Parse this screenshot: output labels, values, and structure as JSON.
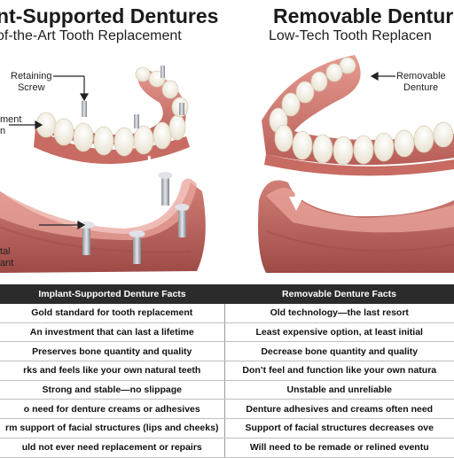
{
  "left": {
    "title": "nt-Supported Dentures",
    "subtitle": "of-the-Art Tooth Replacement",
    "callouts": {
      "retaining_screw": [
        "Retaining",
        "Screw"
      ],
      "implant_top": [
        "ment",
        "n"
      ],
      "implant_bottom": [
        "tal",
        "ant"
      ]
    }
  },
  "right": {
    "title": "Removable Dentur",
    "subtitle": "Low-Tech Tooth Replacen",
    "callouts": {
      "removable_denture": [
        "Removable",
        "Denture"
      ]
    }
  },
  "colors": {
    "gum": "#d9847c",
    "gum_dark": "#b35a55",
    "tooth": "#f5f1e6",
    "arrow": "#ffffff",
    "header_bg": "#2b2b2b"
  },
  "table": {
    "headers": [
      "Implant-Supported Denture Facts",
      "Removable Denture Facts"
    ],
    "rows": [
      [
        "Gold standard for tooth replacement",
        "Old technology—the last resort"
      ],
      [
        "An investment that can last a lifetime",
        "Least expensive option, at least initial"
      ],
      [
        "Preserves bone quantity and quality",
        "Decrease bone quantity and quality"
      ],
      [
        "rks and feels like your own natural teeth",
        "Don’t feel and function like your own natura"
      ],
      [
        "Strong and stable—no slippage",
        "Unstable and unreliable"
      ],
      [
        "o need for denture creams or adhesives",
        "Denture adhesives and creams often need"
      ],
      [
        "rm support of facial structures (lips and cheeks)",
        "Support of facial structures decreases ove"
      ],
      [
        "uld not ever need replacement or repairs",
        "Will need to be remade or relined eventu"
      ]
    ]
  }
}
